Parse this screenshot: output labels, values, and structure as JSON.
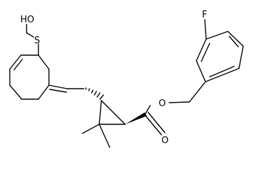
{
  "molecule": {
    "atoms": {
      "sulfur": "S",
      "hydroxyl": "HO",
      "fluorine": "F",
      "ester_oxygen": "O",
      "carbonyl_oxygen": "O"
    },
    "colors": {
      "bond": "#000000",
      "background": "#ffffff"
    }
  }
}
